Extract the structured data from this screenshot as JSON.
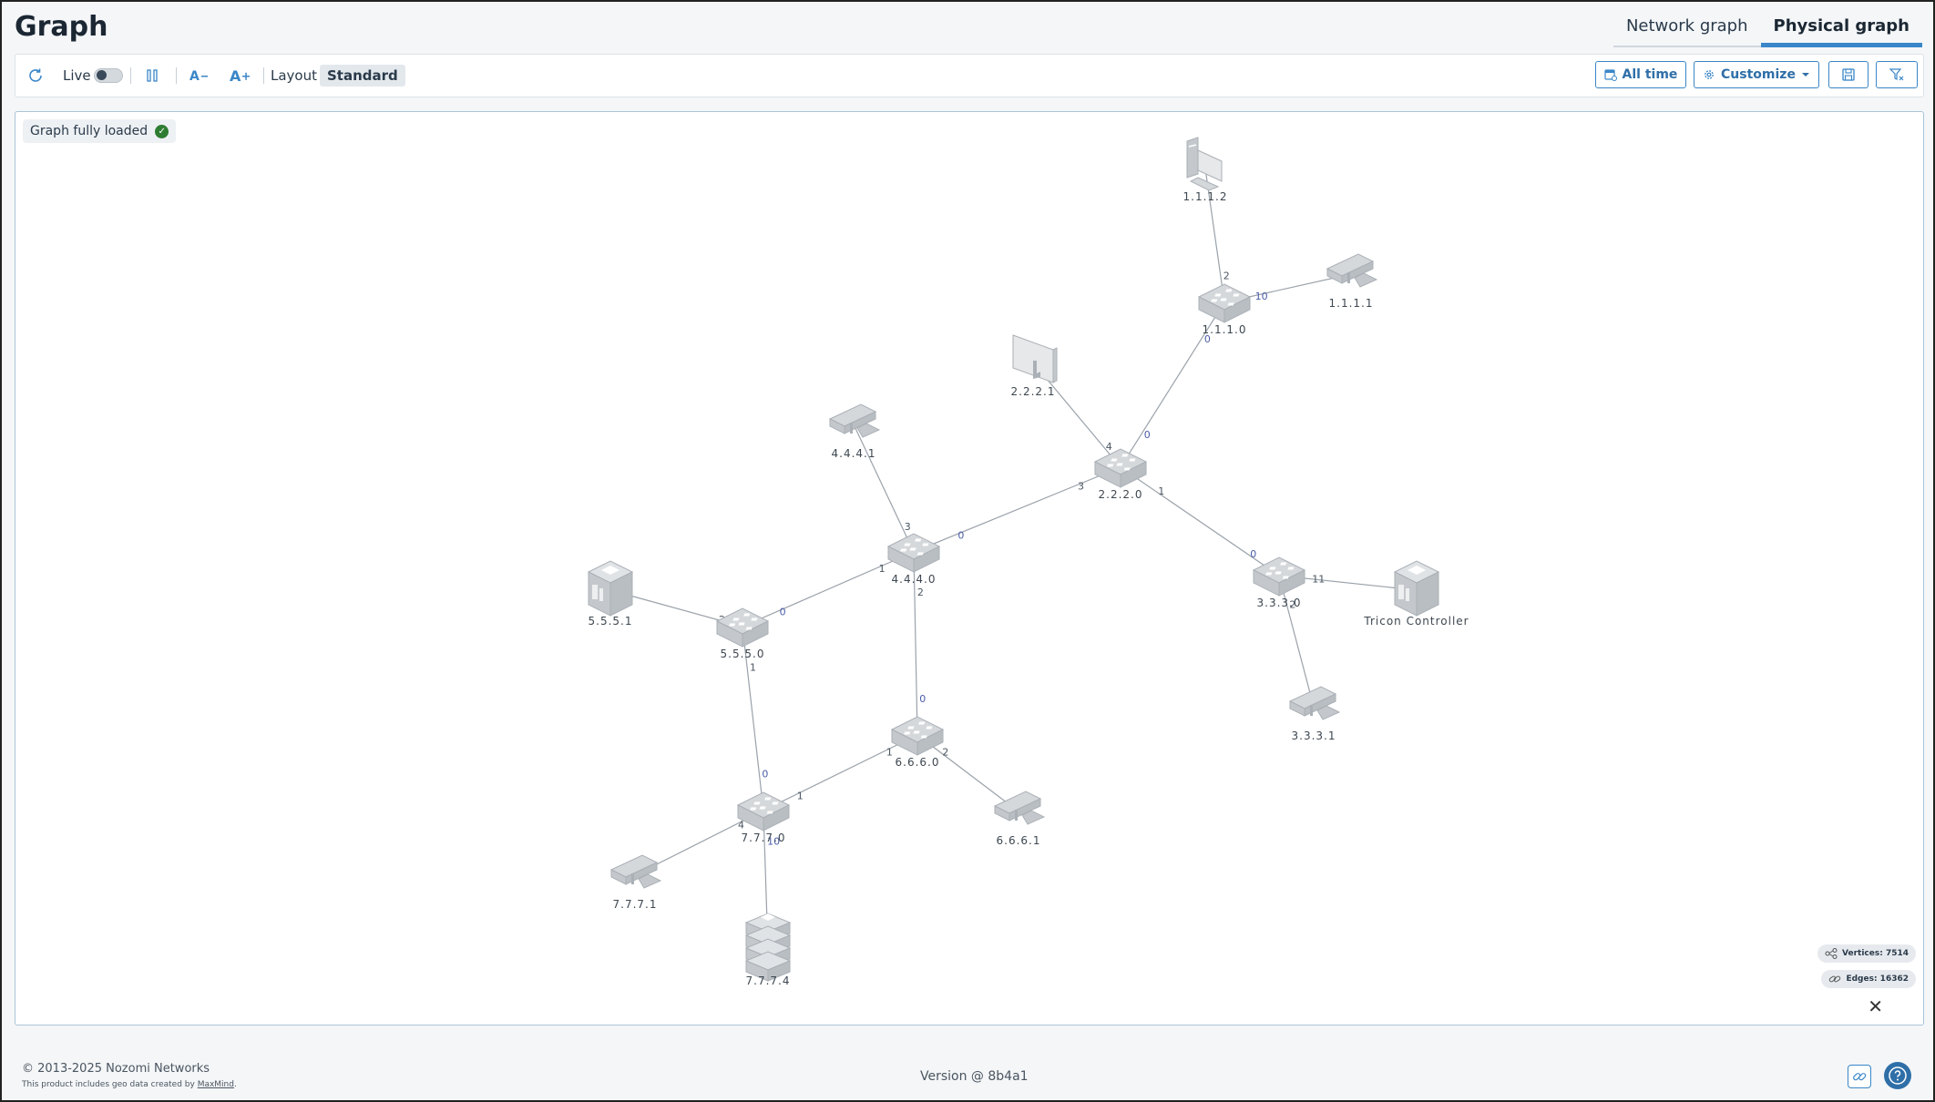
{
  "header": {
    "title": "Graph"
  },
  "tabs": [
    {
      "label": "Network graph",
      "active": false
    },
    {
      "label": "Physical graph",
      "active": true
    }
  ],
  "toolbar": {
    "live_label": "Live",
    "live_on": false,
    "layout_label": "Layout",
    "layout_value": "Standard",
    "time_button": "All time",
    "customize_button": "Customize",
    "icons": [
      "refresh-icon",
      "pause-icon",
      "font-decrease-icon",
      "font-increase-icon",
      "calendar-icon",
      "gear-icon",
      "chevron-down-icon",
      "save-icon",
      "filter-icon"
    ]
  },
  "graph": {
    "status": "Graph fully loaded",
    "vertices_label": "Vertices: 7514",
    "edges_label": "Edges: 16362",
    "nodes": [
      {
        "id": "1.1.1.2",
        "label": "1.1.1.2",
        "type": "workstation"
      },
      {
        "id": "1.1.1.0",
        "label": "1.1.1.0",
        "type": "switch"
      },
      {
        "id": "1.1.1.1",
        "label": "1.1.1.1",
        "type": "camera"
      },
      {
        "id": "2.2.2.1",
        "label": "2.2.2.1",
        "type": "panel"
      },
      {
        "id": "2.2.2.0",
        "label": "2.2.2.0",
        "type": "switch"
      },
      {
        "id": "4.4.4.1",
        "label": "4.4.4.1",
        "type": "camera"
      },
      {
        "id": "4.4.4.0",
        "label": "4.4.4.0",
        "type": "switch"
      },
      {
        "id": "3.3.3.0",
        "label": "3.3.3.0",
        "type": "switch"
      },
      {
        "id": "tricon",
        "label": "Tricon Controller",
        "type": "controller"
      },
      {
        "id": "3.3.3.1",
        "label": "3.3.3.1",
        "type": "camera"
      },
      {
        "id": "5.5.5.1",
        "label": "5.5.5.1",
        "type": "controller"
      },
      {
        "id": "5.5.5.0",
        "label": "5.5.5.0",
        "type": "switch"
      },
      {
        "id": "6.6.6.0",
        "label": "6.6.6.0",
        "type": "switch"
      },
      {
        "id": "6.6.6.1",
        "label": "6.6.6.1",
        "type": "camera"
      },
      {
        "id": "7.7.7.0",
        "label": "7.7.7.0",
        "type": "switch"
      },
      {
        "id": "7.7.7.1",
        "label": "7.7.7.1",
        "type": "camera"
      },
      {
        "id": "7.7.7.4",
        "label": "7.7.7.4",
        "type": "server"
      }
    ],
    "edges": [
      {
        "from": "1.1.1.2",
        "to": "1.1.1.0",
        "port_to": "2"
      },
      {
        "from": "1.1.1.0",
        "to": "1.1.1.1",
        "port_from": "10"
      },
      {
        "from": "1.1.1.0",
        "to": "2.2.2.0",
        "port_from": "0",
        "port_to": "0"
      },
      {
        "from": "2.2.2.1",
        "to": "2.2.2.0",
        "port_to": "4"
      },
      {
        "from": "2.2.2.0",
        "to": "4.4.4.0",
        "port_from": "3",
        "port_to": "0"
      },
      {
        "from": "2.2.2.0",
        "to": "3.3.3.0",
        "port_from": "1",
        "port_to": "0"
      },
      {
        "from": "4.4.4.1",
        "to": "4.4.4.0",
        "port_to": "3"
      },
      {
        "from": "3.3.3.0",
        "to": "tricon",
        "port_from": "11"
      },
      {
        "from": "3.3.3.0",
        "to": "3.3.3.1",
        "port_from": "2"
      },
      {
        "from": "4.4.4.0",
        "to": "5.5.5.0",
        "port_from": "1",
        "port_to": "0"
      },
      {
        "from": "4.4.4.0",
        "to": "6.6.6.0",
        "port_from": "2",
        "port_to": "0"
      },
      {
        "from": "5.5.5.1",
        "to": "5.5.5.0",
        "port_to": "2"
      },
      {
        "from": "5.5.5.0",
        "to": "7.7.7.0",
        "port_from": "1",
        "port_to": "0"
      },
      {
        "from": "6.6.6.0",
        "to": "7.7.7.0",
        "port_from": "1",
        "port_to": "1"
      },
      {
        "from": "6.6.6.0",
        "to": "6.6.6.1",
        "port_from": "2"
      },
      {
        "from": "7.7.7.0",
        "to": "7.7.7.1",
        "port_from": "4"
      },
      {
        "from": "7.7.7.0",
        "to": "7.7.7.4",
        "port_from": "10"
      }
    ]
  },
  "footer": {
    "copyright": "© 2013-2025 Nozomi Networks",
    "geo_prefix": "This product includes geo data created by ",
    "geo_link": "MaxMind",
    "geo_suffix": ".",
    "version": "Version @ 8b4a1"
  }
}
